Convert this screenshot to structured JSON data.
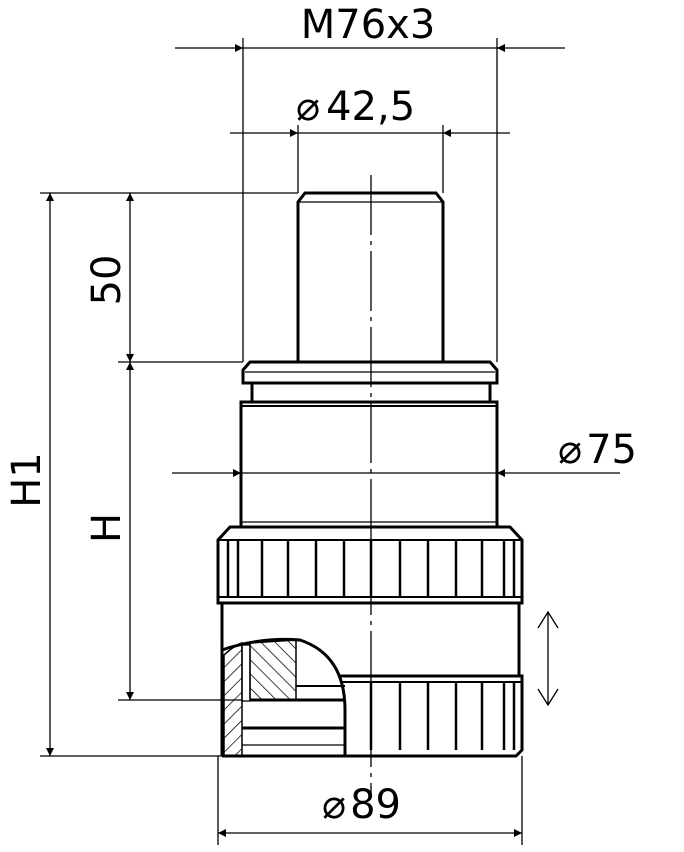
{
  "drawing": {
    "dimensions": {
      "thread": "M76x3",
      "pin_diameter": "42,5",
      "body_diameter": "75",
      "base_diameter": "89",
      "pin_length": "50",
      "height": "H",
      "overall_height": "H1"
    },
    "diameter_symbol": "⌀",
    "line_color": "#000000",
    "background": "#ffffff"
  }
}
